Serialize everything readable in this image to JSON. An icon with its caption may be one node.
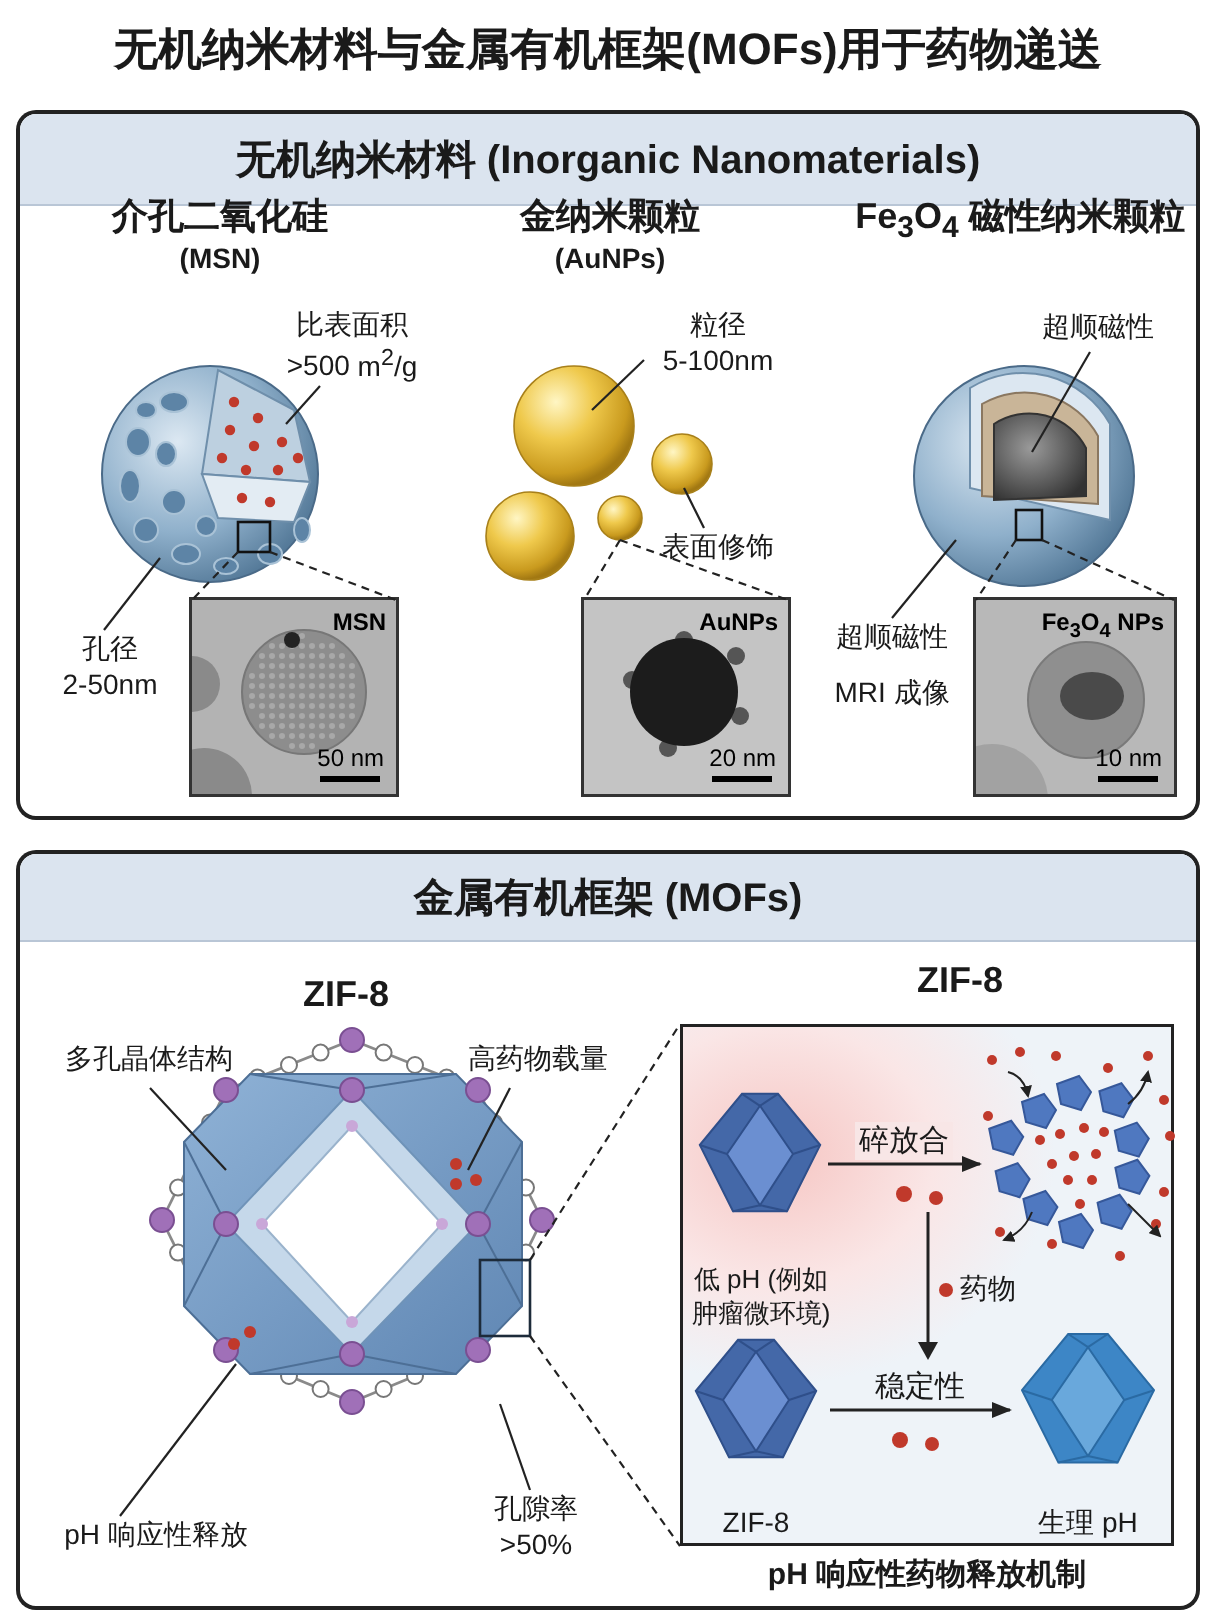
{
  "diagram": {
    "title": "无机纳米材料与金属有机框架(MOFs)用于药物递送",
    "nodes": [
      {
        "text": [
          "无机纳米材料 (Inorganic Nanomaterials)"
        ]
      },
      {
        "text": [],
        "shape": "picture",
        "in": 0,
        "beside": [
          "介孔二氧化硅",
          "(MSN)"
        ]
      },
      {
        "text": [
          "MSN",
          "50 nm"
        ],
        "in": 0
      },
      {
        "text": [
          "比表面积 >500 m$^{2}$/g"
        ],
        "in": 0
      },
      {
        "text": [
          "孔径 2-50nm"
        ],
        "in": 0
      },
      {
        "text": [],
        "shape": "picture",
        "in": 0,
        "beside": [
          "金纳米颗粒",
          "(AuNPs)"
        ]
      },
      {
        "text": [
          "AuNPs",
          "20 nm"
        ],
        "in": 0
      },
      {
        "text": [
          "粒径 5-100nm"
        ],
        "in": 0
      },
      {
        "text": [
          "表面修饰"
        ],
        "in": 0
      },
      {
        "text": [],
        "shape": "picture",
        "in": 0
      },
      {
        "text": [
          "Fe$_{3}$O$_{4}$ NPs",
          "10 nm"
        ],
        "in": 0
      },
      {
        "text": [
          "超顺磁性"
        ],
        "in": 0
      },
      {
        "text": [
          "超顺磁性"
        ],
        "in": 0
      },
      {
        "text": [
          "金属有机框架 (MOFs)"
        ]
      },
      {
        "text": [],
        "shape": "picture",
        "in": 13,
        "beside": [
          "ZIF-8"
        ]
      },
      {
        "text": [
          "多孔晶体结构"
        ],
        "in": 13
      },
      {
        "text": [
          "高药物载量"
        ],
        "in": 13
      },
      {
        "text": [
          "pH 响应性释放"
        ],
        "in": 13
      },
      {
        "text": [
          "孔隙率 >50%"
        ],
        "in": 13
      },
      {
        "text": [
          "pH 响应性药物释放机制"
        ],
        "in": 13,
        "beside": [
          "ZIF-8"
        ]
      },
      {
        "text": [
          "低 pH (例如肿瘤微环境)"
        ],
        "in": 19
      },
      {
        "text": [],
        "shape": "picture",
        "in": 19
      },
      {
        "text": [
          "ZIF-8"
        ],
        "in": 19
      },
      {
        "text": [
          "生理 pH"
        ],
        "in": 19
      }
    ],
    "edges": [
      {
        "from": 3,
        "to": 1,
        "arrow": "none"
      },
      {
        "from": 4,
        "to": 1,
        "arrow": "none"
      },
      {
        "from": 1,
        "to": 2,
        "arrow": "none",
        "style": "dashed"
      },
      {
        "from": 7,
        "to": 5,
        "arrow": "none"
      },
      {
        "from": 8,
        "to": 5,
        "arrow": "none"
      },
      {
        "from": 5,
        "to": 6,
        "arrow": "none",
        "style": "dashed"
      },
      {
        "from": 11,
        "to": 9,
        "arrow": "none"
      },
      {
        "from": 12,
        "to": 9,
        "arrow": "none"
      },
      {
        "from": 9,
        "to": 10,
        "arrow": "none",
        "style": "dashed"
      },
      {
        "from": 15,
        "to": 14,
        "arrow": "none"
      },
      {
        "from": 16,
        "to": 14,
        "arrow": "none"
      },
      {
        "from": 17,
        "to": 14,
        "arrow": "none"
      },
      {
        "from": 18,
        "to": 14,
        "arrow": "none"
      },
      {
        "from": 14,
        "to": 19,
        "arrow": "none",
        "style": "dashed"
      },
      {
        "from": 20,
        "to": 21,
        "arrow": "to",
        "label": "碎放合"
      },
      {
        "from": 22,
        "to": 23,
        "arrow": "to",
        "label": "稳定性"
      }
    ],
    "labels": [
      "Fe$_{3}$O$_{4}$ 磁性纳米颗粒",
      "MRI 成像",
      "药物"
    ]
  }
}
